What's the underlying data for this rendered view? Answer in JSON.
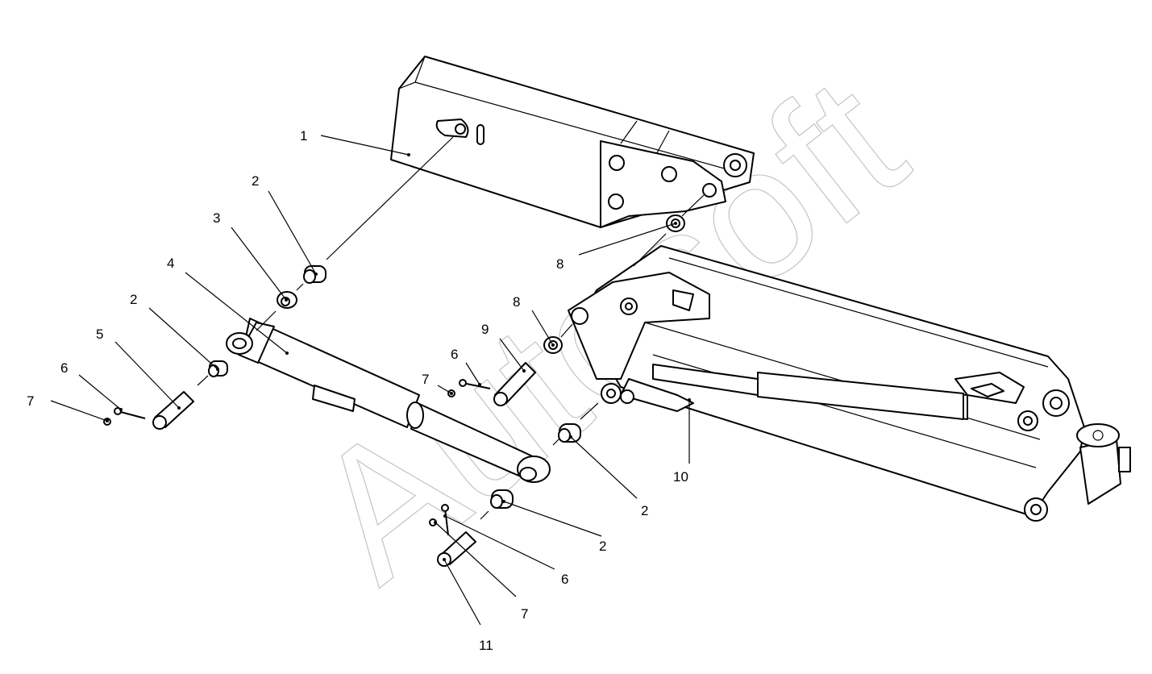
{
  "watermark": {
    "text": "Autosoft"
  },
  "callouts": [
    {
      "id": "c1",
      "label": "1"
    },
    {
      "id": "c2a",
      "label": "2"
    },
    {
      "id": "c3",
      "label": "3"
    },
    {
      "id": "c4",
      "label": "4"
    },
    {
      "id": "c2b",
      "label": "2"
    },
    {
      "id": "c5",
      "label": "5"
    },
    {
      "id": "c6a",
      "label": "6"
    },
    {
      "id": "c7a",
      "label": "7"
    },
    {
      "id": "c8a",
      "label": "8"
    },
    {
      "id": "c8b",
      "label": "8"
    },
    {
      "id": "c9",
      "label": "9"
    },
    {
      "id": "c6b",
      "label": "6"
    },
    {
      "id": "c7b",
      "label": "7"
    },
    {
      "id": "c10",
      "label": "10"
    },
    {
      "id": "c2c",
      "label": "2"
    },
    {
      "id": "c2d",
      "label": "2"
    },
    {
      "id": "c6c",
      "label": "6"
    },
    {
      "id": "c7c",
      "label": "7"
    },
    {
      "id": "c11",
      "label": "11"
    }
  ]
}
